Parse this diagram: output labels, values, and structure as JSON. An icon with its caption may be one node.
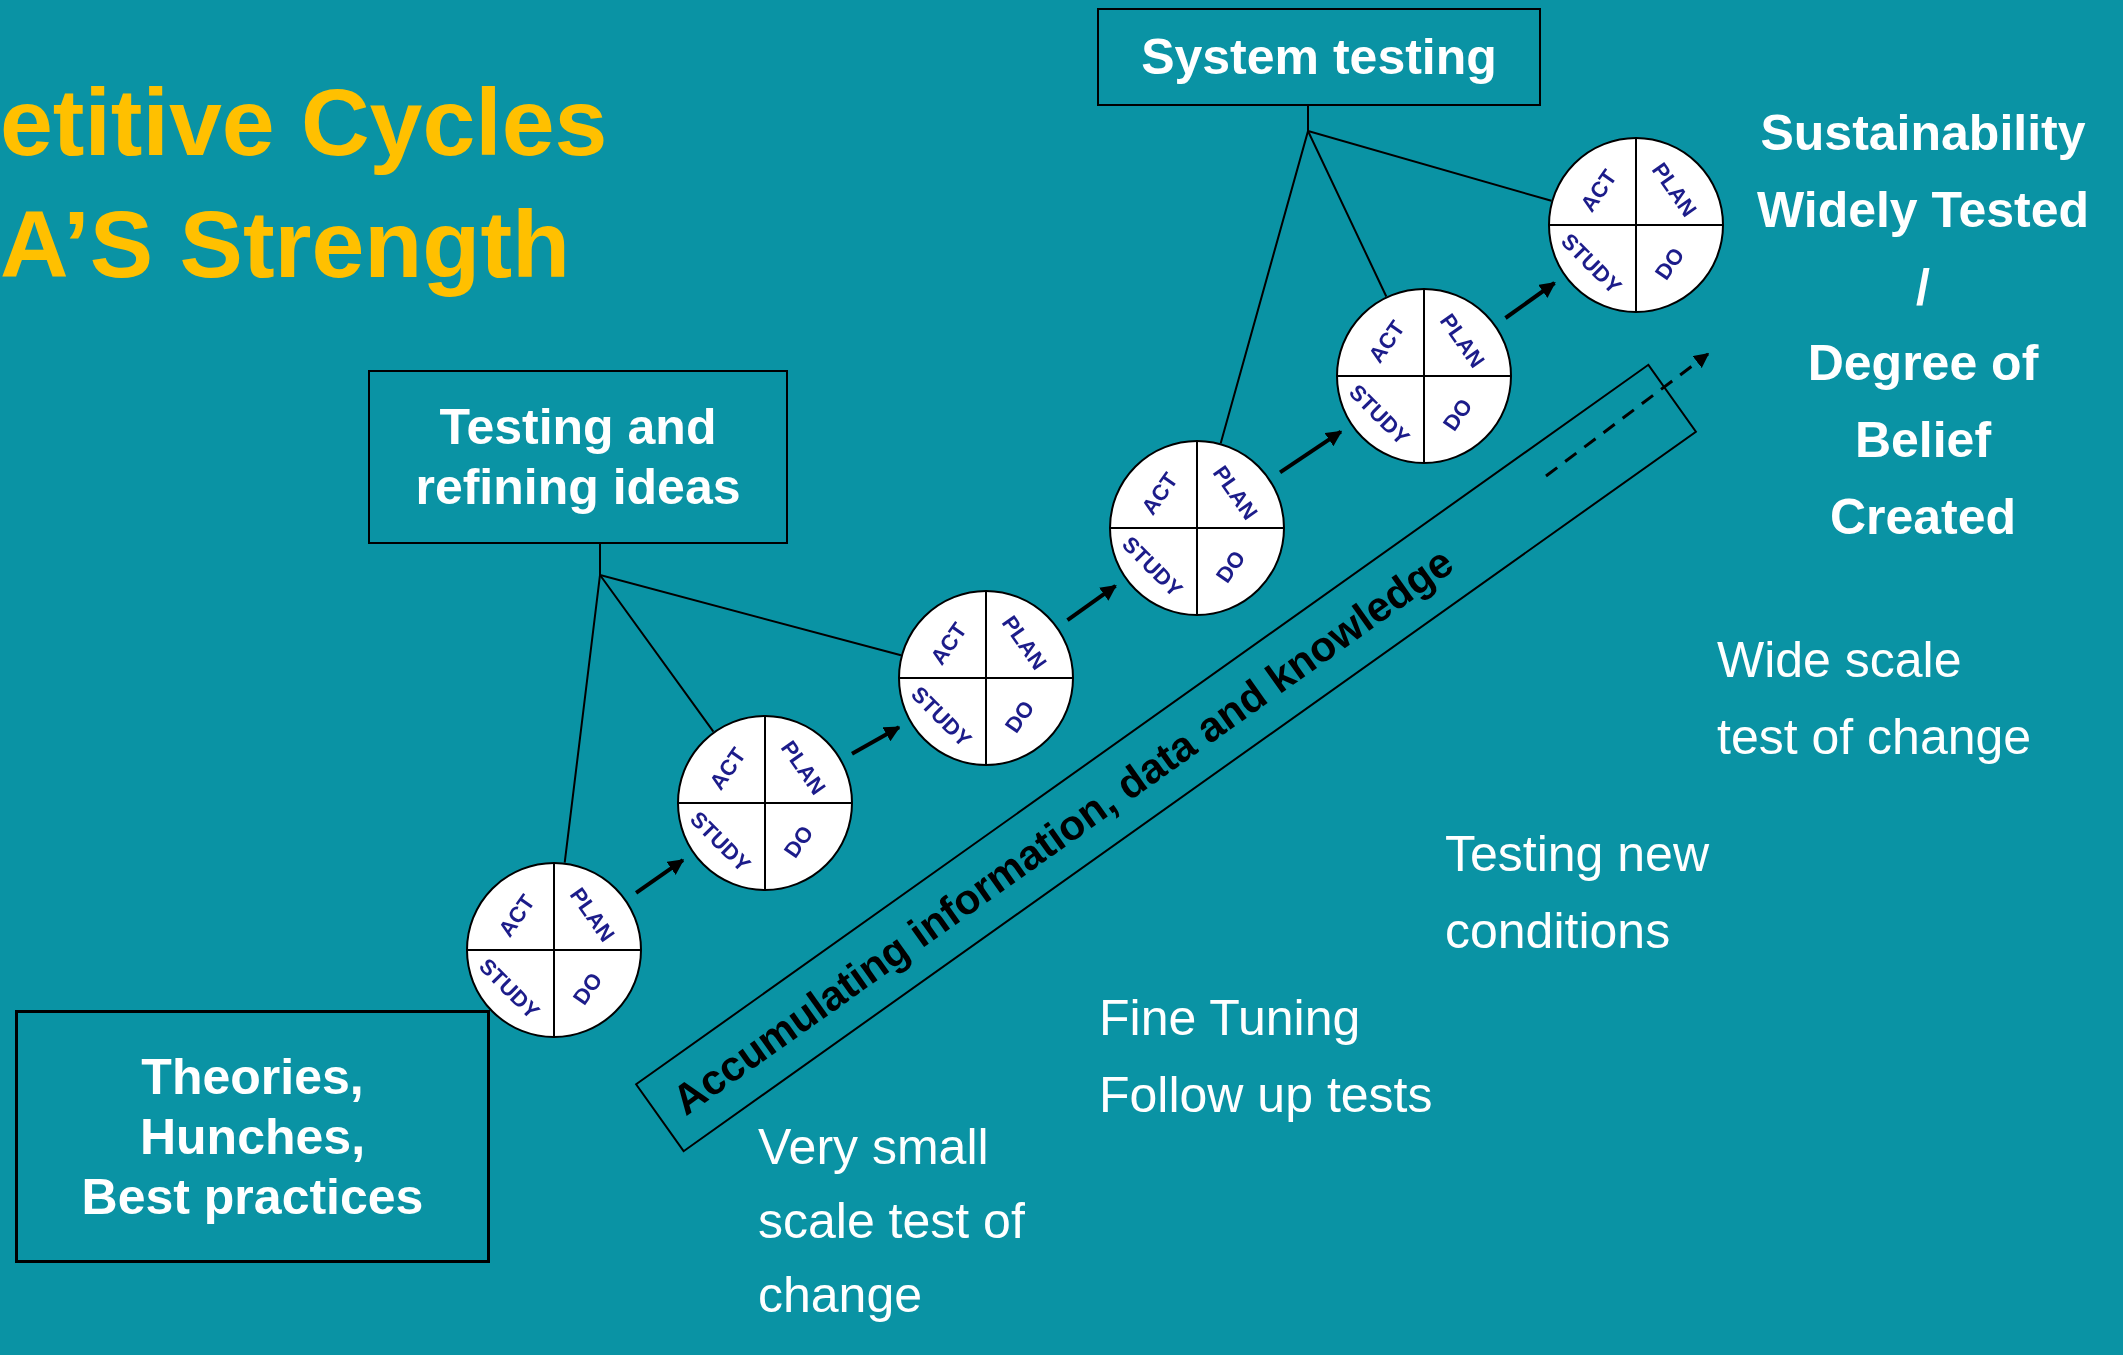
{
  "diagram": {
    "title": "etitive Cycles A’S Strength",
    "nodes": [
      {
        "text": [
          "System testing"
        ]
      },
      {
        "text": [
          "Testing and refining ideas"
        ]
      },
      {
        "text": [
          "Theories,",
          "Hunches,",
          "Best practices"
        ]
      },
      {
        "text": [
          "ACT",
          "PLAN",
          "STUDY",
          "DO"
        ]
      },
      {
        "text": [
          "ACT",
          "PLAN",
          "STUDY",
          "DO"
        ]
      },
      {
        "text": [
          "ACT",
          "PLAN",
          "STUDY",
          "DO"
        ]
      },
      {
        "text": [
          "ACT",
          "PLAN",
          "STUDY",
          "DO"
        ]
      },
      {
        "text": [
          "ACT",
          "PLAN",
          "STUDY",
          "DO"
        ]
      },
      {
        "text": [
          "ACT",
          "PLAN",
          "STUDY",
          "DO"
        ]
      }
    ],
    "edges": [
      {
        "from": 3,
        "to": 4,
        "arrow": "to"
      },
      {
        "from": 4,
        "to": 5,
        "arrow": "to"
      },
      {
        "from": 5,
        "to": 6,
        "arrow": "to"
      },
      {
        "from": 6,
        "to": 7,
        "arrow": "to"
      },
      {
        "from": 7,
        "to": 8,
        "arrow": "to"
      },
      {
        "from": 1,
        "to": 3,
        "arrow": "none"
      },
      {
        "from": 1,
        "to": 4,
        "arrow": "none"
      },
      {
        "from": 1,
        "to": 5,
        "arrow": "none"
      },
      {
        "from": 0,
        "to": 6,
        "arrow": "none"
      },
      {
        "from": 0,
        "to": 7,
        "arrow": "none"
      },
      {
        "from": 0,
        "to": 8,
        "arrow": "none"
      }
    ],
    "labels": [
      "Sustainability",
      "Widely Tested",
      "/",
      "Degree of Belief Created",
      "Wide scale test of change",
      "Testing new conditions",
      "Fine Tuning Follow up tests",
      "Very small scale test of change",
      "Accumulating information, data and knowledge"
    ]
  }
}
